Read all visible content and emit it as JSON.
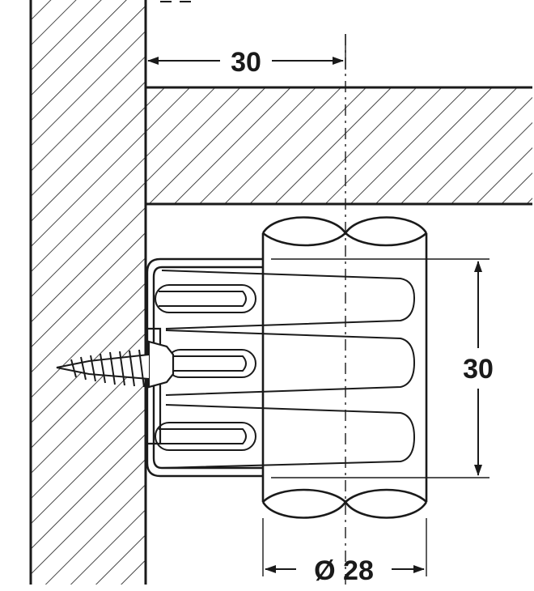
{
  "dimensions": {
    "top_width": "30",
    "right_height": "30",
    "bottom_diameter": "Ø 28"
  },
  "colors": {
    "line": "#1a1a1a",
    "background": "#ffffff"
  }
}
